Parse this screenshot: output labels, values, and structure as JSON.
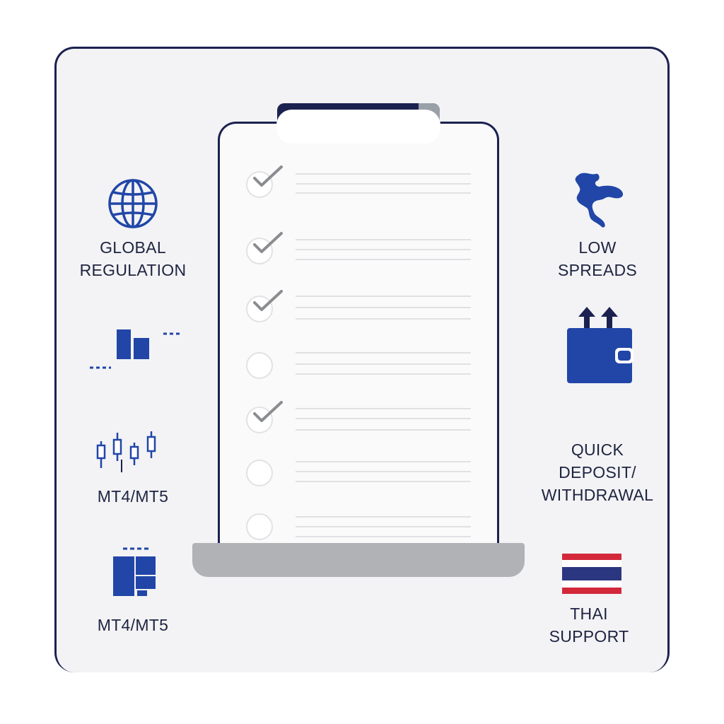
{
  "features": {
    "left": [
      {
        "id": "global-regulation",
        "lines": [
          "GLOBAL",
          "REGULATION"
        ],
        "icon": "globe-icon"
      },
      {
        "id": "level-bars",
        "lines": [],
        "icon": "bar-steps-icon"
      },
      {
        "id": "mt4-mt5-a",
        "lines": [
          "MT4/MT5"
        ],
        "icon": "candlestick-icon"
      },
      {
        "id": "mt4-mt5-b",
        "lines": [
          "MT4/MT5"
        ],
        "icon": "platform-panel-icon"
      }
    ],
    "right": [
      {
        "id": "low-spreads",
        "lines": [
          "LOW",
          "SPREADS"
        ],
        "icon": "thailand-map-icon"
      },
      {
        "id": "wallet",
        "lines": [],
        "icon": "wallet-arrows-icon"
      },
      {
        "id": "quick-deposit",
        "lines": [
          "QUICK",
          "DEPOSIT/",
          "WITHDRAWAL"
        ],
        "icon": ""
      },
      {
        "id": "thai-support",
        "lines": [
          "THAI",
          "SUPPORT"
        ],
        "icon": "thai-flag-icon"
      }
    ]
  },
  "checklist": {
    "items": [
      {
        "checked": true
      },
      {
        "checked": true
      },
      {
        "checked": true
      },
      {
        "checked": false
      },
      {
        "checked": true
      },
      {
        "checked": false
      },
      {
        "checked": false
      }
    ]
  },
  "colors": {
    "accent": "#2146a8",
    "navy": "#1b2250",
    "text": "#1d2440",
    "flag_red": "#d3283a",
    "flag_blue": "#2b3680"
  }
}
